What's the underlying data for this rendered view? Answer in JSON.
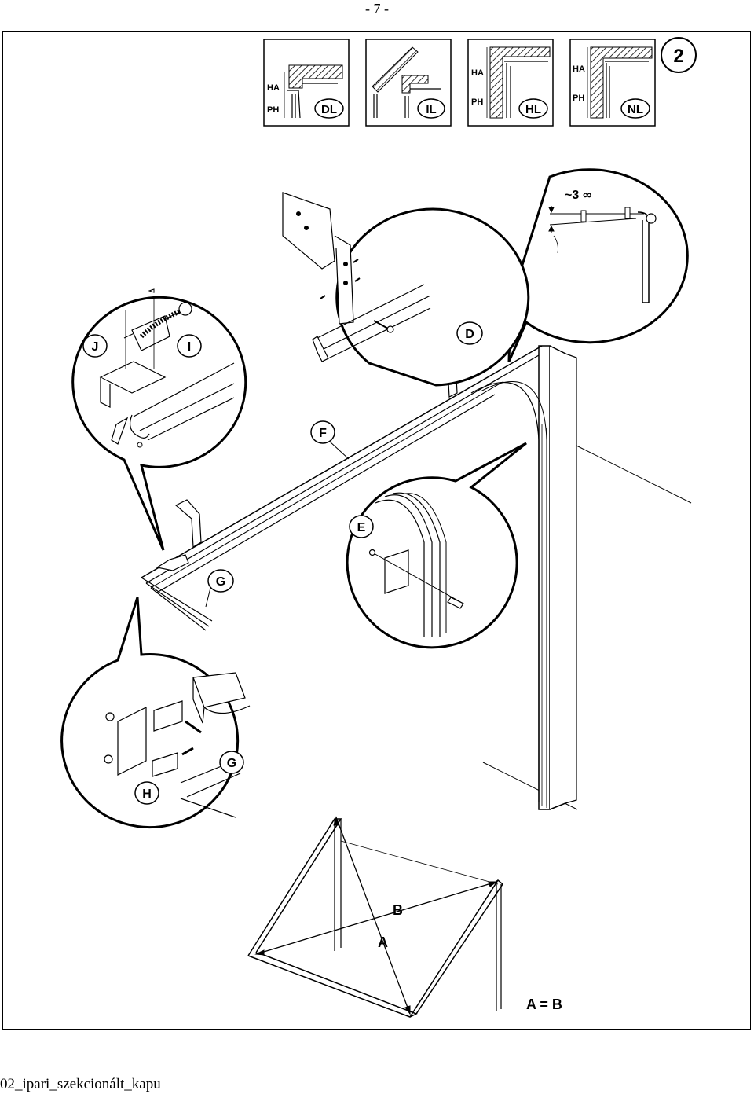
{
  "page_number": "- 7 -",
  "step_number": "2",
  "mount_types": [
    {
      "code": "DL",
      "ha_label": "HA",
      "ph_label": "PH"
    },
    {
      "code": "IL",
      "ha_label": "",
      "ph_label": ""
    },
    {
      "code": "HL",
      "ha_label": "HA",
      "ph_label": "PH"
    },
    {
      "code": "NL",
      "ha_label": "HA",
      "ph_label": "PH"
    }
  ],
  "angle_label": "~3",
  "angle_symbol": "∞",
  "part_labels": {
    "d": "D",
    "e": "E",
    "f": "F",
    "g_main": "G",
    "g_detail": "G",
    "h": "H",
    "i": "I",
    "j": "J"
  },
  "diagonal_labels": {
    "a": "A",
    "b": "B"
  },
  "equality_note": "A = B",
  "footer_text": "02_ipari_szekcionált_kapu"
}
